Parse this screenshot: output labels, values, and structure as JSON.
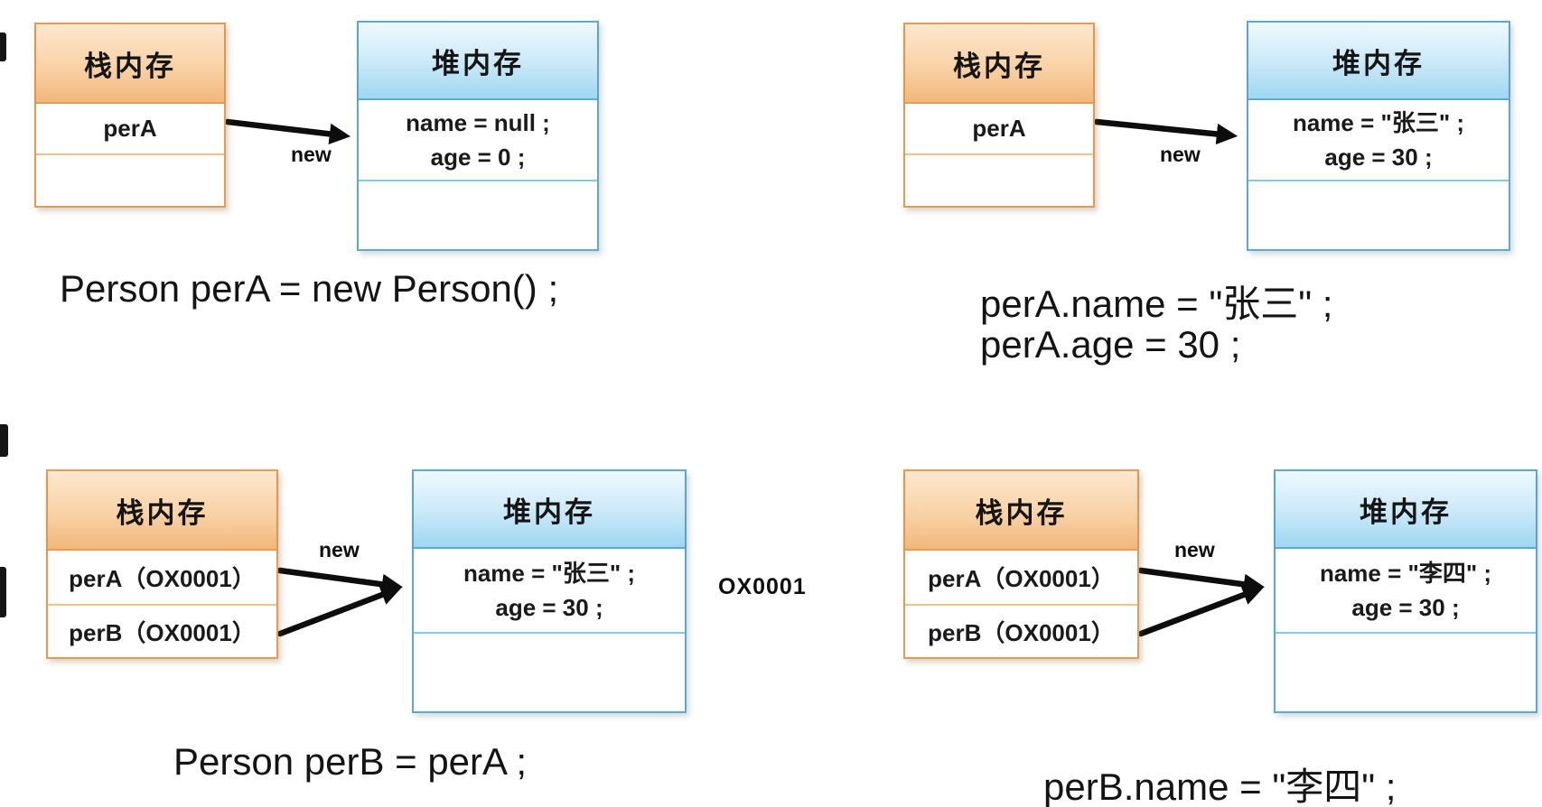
{
  "page": {
    "background": "#ffffff"
  },
  "labels": {
    "stack_title": "栈内存",
    "heap_title": "堆内存",
    "new_label": "new"
  },
  "colors": {
    "stack_header_orange": "#f2b87e",
    "stack_border": "#e89b4e",
    "heap_header_blue": "#9ed7f2",
    "heap_border": "#5fa8ce",
    "arrow_black": "#0d0d0d",
    "text": "#1a1a1a"
  },
  "panels": [
    {
      "step": "step1",
      "stack_rows": [
        "perA"
      ],
      "heap_lines": [
        "name = null ;",
        "age = 0 ;"
      ],
      "captions": [
        "Person perA = new Person() ;"
      ]
    },
    {
      "step": "step2",
      "stack_rows": [
        "perA"
      ],
      "heap_lines": [
        "name = \"张三\" ;",
        "age = 30 ;"
      ],
      "captions": [
        "perA.name = \"张三\" ;",
        "perA.age = 30 ;"
      ]
    },
    {
      "step": "step3",
      "stack_rows": [
        "perA（OX0001）",
        "perB（OX0001）"
      ],
      "heap_lines": [
        "name = \"张三\" ;",
        "age = 30 ;"
      ],
      "captions": [
        "Person perB = perA ;"
      ],
      "address_label": "OX0001"
    },
    {
      "step": "step4",
      "stack_rows": [
        "perA（OX0001）",
        "perB（OX0001）"
      ],
      "heap_lines": [
        "name = \"李四\" ;",
        "age = 30 ;"
      ],
      "captions": [
        "perB.name = \"李四\" ;"
      ]
    }
  ]
}
